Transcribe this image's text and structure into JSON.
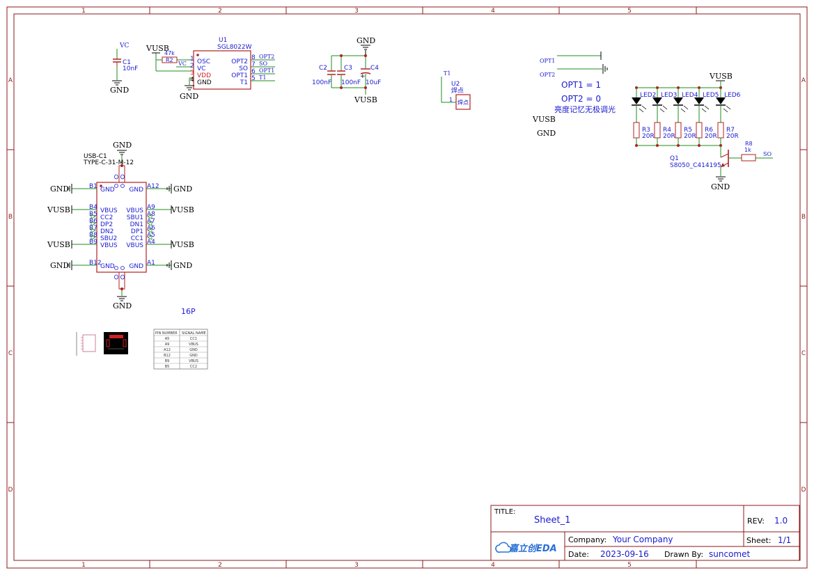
{
  "colors": {
    "frame": "#8b1a1a",
    "wire": "#1e8c1e",
    "part": "#b02020",
    "label": "#1a1ad0",
    "net": "#000000",
    "pin_red": "#d02020"
  },
  "frame": {
    "columns": [
      "1",
      "2",
      "3",
      "4",
      "5"
    ],
    "rows": [
      "A",
      "B",
      "C",
      "D"
    ]
  },
  "title_block": {
    "title_label": "TITLE:",
    "title_value": "Sheet_1",
    "rev_label": "REV:",
    "rev_value": "1.0",
    "company_label": "Company:",
    "company_value": "Your Company",
    "sheet_label": "Sheet:",
    "sheet_value": "1/1",
    "date_label": "Date:",
    "date_value": "2023-09-16",
    "drawn_label": "Drawn By:",
    "drawn_value": "suncomet",
    "logo": "嘉立创EDA"
  },
  "nets": {
    "vc": "VC",
    "vusb": "VUSB",
    "gnd": "GND",
    "opt1": "OPT1",
    "opt2": "OPT2",
    "so": "SO",
    "t1": "T1"
  },
  "c1": {
    "ref": "C1",
    "value": "10nF"
  },
  "r2": {
    "ref": "R2",
    "value": "47k"
  },
  "u1": {
    "ref": "U1",
    "part": "SGL8022W",
    "left_pins": [
      {
        "num": "1",
        "name": "OSC"
      },
      {
        "num": "2",
        "name": "VC"
      },
      {
        "num": "3",
        "name": "VDD"
      },
      {
        "num": "4",
        "name": "GND"
      }
    ],
    "right_pins": [
      {
        "num": "8",
        "name": "OPT2"
      },
      {
        "num": "7",
        "name": "SO"
      },
      {
        "num": "6",
        "name": "OPT1"
      },
      {
        "num": "5",
        "name": "T1"
      }
    ]
  },
  "c2": {
    "ref": "C2",
    "value": "100nF"
  },
  "c3": {
    "ref": "C3",
    "value": "100nF"
  },
  "c4": {
    "ref": "C4",
    "value": "10uF",
    "polarity": "+"
  },
  "u2": {
    "ref": "U2",
    "part": "焊点",
    "body": "焊点",
    "pin": "1"
  },
  "notes": {
    "line1": "OPT1 = 1",
    "line2": "OPT2 = 0",
    "line3": "亮度记忆无极调光"
  },
  "leds": [
    "LED2",
    "LED3",
    "LED4",
    "LED5",
    "LED6"
  ],
  "resistors": [
    {
      "ref": "R3",
      "value": "20R"
    },
    {
      "ref": "R4",
      "value": "20R"
    },
    {
      "ref": "R5",
      "value": "20R"
    },
    {
      "ref": "R6",
      "value": "20R"
    },
    {
      "ref": "R7",
      "value": "20R"
    }
  ],
  "r8": {
    "ref": "R8",
    "value": "1k"
  },
  "q1": {
    "ref": "Q1",
    "part": "S8050_C414195"
  },
  "usb": {
    "ref": "USB-C1",
    "part": "TYPE-C-31-M-12",
    "left_pins": [
      {
        "num": "B1",
        "name": "GND"
      },
      {
        "num": "B4",
        "name": "VBUS"
      },
      {
        "num": "B5",
        "name": "CC2"
      },
      {
        "num": "B6",
        "name": "DP2"
      },
      {
        "num": "B7",
        "name": "DN2"
      },
      {
        "num": "B8",
        "name": "SBU2"
      },
      {
        "num": "B9",
        "name": "VBUS"
      },
      {
        "num": "B12",
        "name": "GND"
      }
    ],
    "right_pins": [
      {
        "num": "A12",
        "name": "GND"
      },
      {
        "num": "A9",
        "name": "VBUS"
      },
      {
        "num": "A8",
        "name": "SBU1"
      },
      {
        "num": "A7",
        "name": "DN1"
      },
      {
        "num": "A6",
        "name": "DP1"
      },
      {
        "num": "A5",
        "name": "CC1"
      },
      {
        "num": "A4",
        "name": "VBUS"
      },
      {
        "num": "A1",
        "name": "GND"
      }
    ],
    "note": "16P"
  },
  "pin_table": {
    "headers": [
      "PIN NUMBER",
      "SIGNAL NAME"
    ],
    "rows": [
      [
        "A5",
        "CC1"
      ],
      [
        "A9",
        "VBUS"
      ],
      [
        "A12",
        "GND"
      ],
      [
        "B12",
        "GND"
      ],
      [
        "B9",
        "VBUS"
      ],
      [
        "B5",
        "CC2"
      ]
    ]
  }
}
